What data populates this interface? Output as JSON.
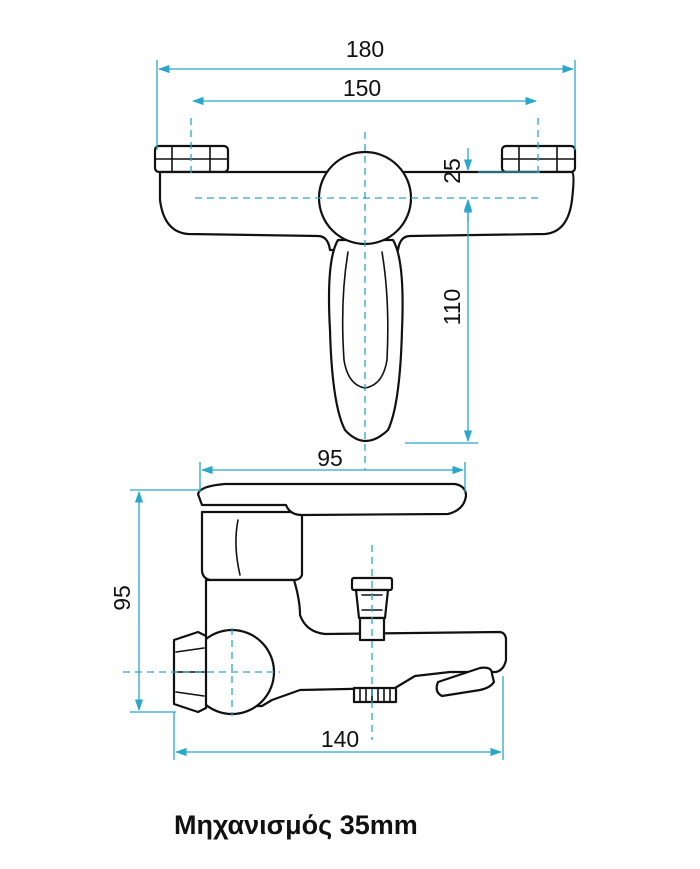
{
  "dimensions": {
    "top_view": {
      "overall_width": "180",
      "connection_spacing": "150",
      "body_height": "25",
      "lever_length": "110"
    },
    "side_view": {
      "lever_depth": "95",
      "height": "95",
      "spout_length": "140"
    }
  },
  "caption": "Μηχανισμός 35mm",
  "colors": {
    "outline": "#111111",
    "dimension_lines": "#2aa7c9"
  }
}
